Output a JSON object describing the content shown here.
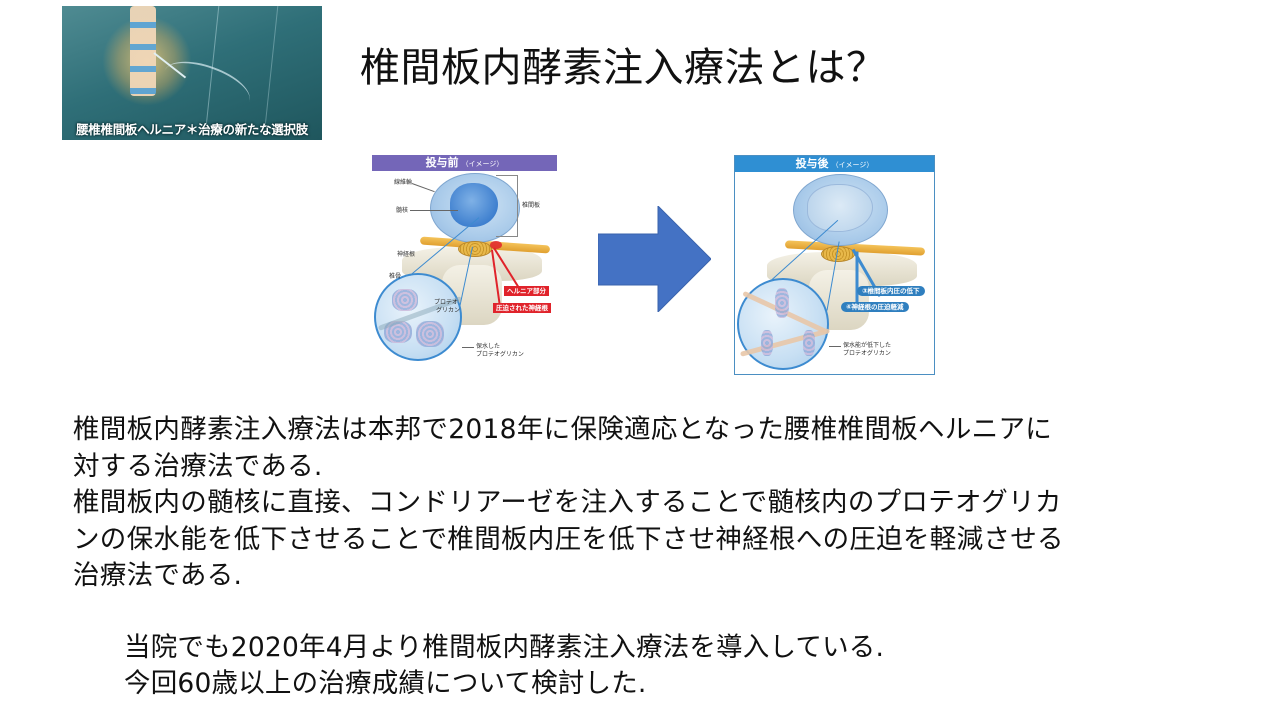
{
  "banner": {
    "caption": "腰椎椎間板ヘルニア＊治療の新たな選択肢"
  },
  "title": "椎間板内酵素注入療法とは？",
  "figures": {
    "before": {
      "header": "投与前",
      "header_sub": "（イメージ）",
      "labels": {
        "annulus": "線維輪",
        "nucleus": "髄核",
        "disc": "椎間板",
        "nerve_root": "神経根",
        "vertebra": "椎骨",
        "proteoglycan": "プロテオ\nグリカン",
        "proteoglycan_line1": "プロテオ",
        "proteoglycan_line2": "グリカン",
        "hydrated_line1": "保水した",
        "hydrated_line2": "プロテオグリカン"
      },
      "tags": {
        "hernia": "ヘルニア部分",
        "compressed_nerve": "圧迫された神経根"
      },
      "colors": {
        "header": "#7466b8",
        "tag": "#e0232b"
      }
    },
    "after": {
      "header": "投与後",
      "header_sub": "（イメージ）",
      "tags": {
        "pressure_drop": "③椎間板内圧の低下",
        "compression_relief": "④神経根の圧迫軽減"
      },
      "labels": {
        "reduced_line1": "保水能が低下した",
        "reduced_line2": "プロテオグリカン"
      },
      "colors": {
        "header": "#2f8fd3",
        "tag": "#2f7fbf"
      }
    }
  },
  "arrow": {
    "direction": "right",
    "color": "#4472c4"
  },
  "body": {
    "lines": [
      "椎間板内酵素注入療法は本邦で2018年に保険適応となった腰椎椎間板ヘルニアに",
      "対する治療法である.",
      "椎間板内の髄核に直接、コンドリアーゼを注入することで髄核内のプロテオグリカ",
      "ンの保水能を低下させることで椎間板内圧を低下させ神経根への圧迫を軽減させる",
      "治療法である."
    ]
  },
  "notes": {
    "lines": [
      "当院でも2020年4月より椎間板内酵素注入療法を導入している.",
      "今回60歳以上の治療成績について検討した."
    ]
  }
}
